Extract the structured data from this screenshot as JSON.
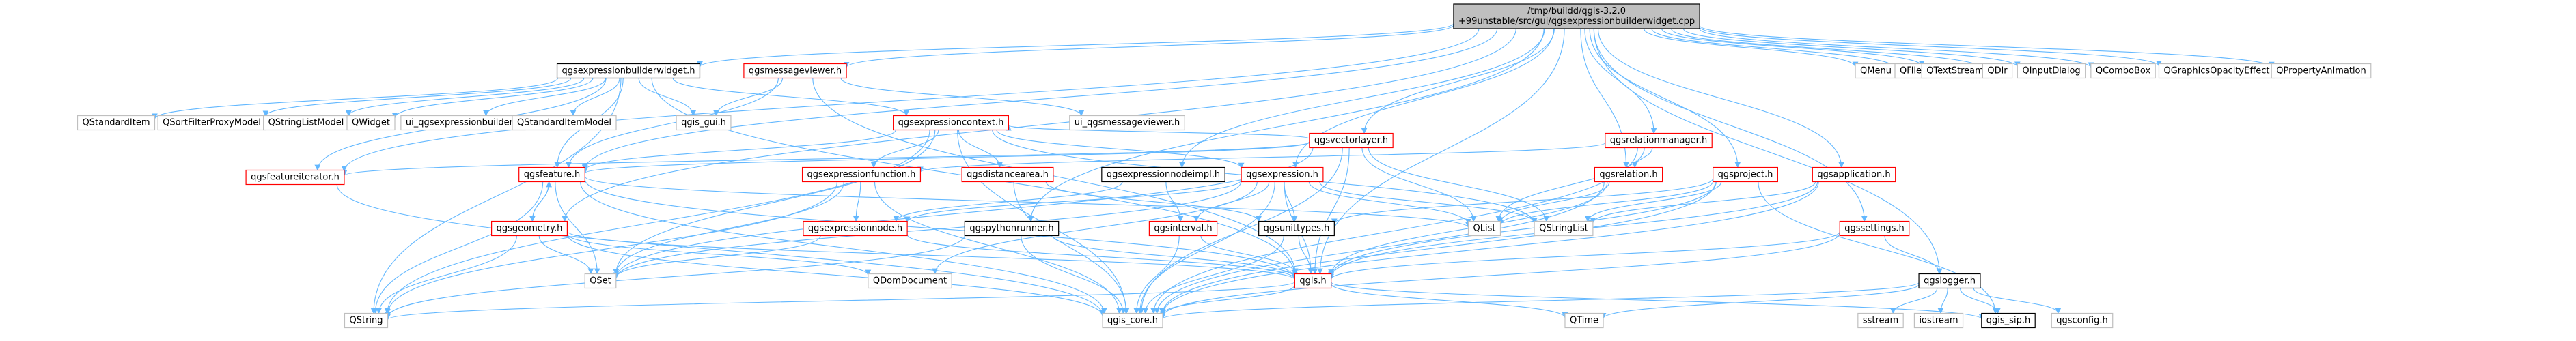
{
  "colors": {
    "edge": "#63b8ff",
    "arrowhead": "#63b8ff",
    "root_fill": "#bfbfbf",
    "node_fill": "#ffffff",
    "normal_border": "#000000",
    "documented_border": "#bfbfbf",
    "project_border": "#ff0000",
    "text": "#000000"
  },
  "graph": {
    "root": "/tmp/buildd/qgis-3.2.0+99unstable/src/gui/qgsexpressionbuilderwidget.cpp",
    "nodes": [
      {
        "id": "root",
        "lines": [
          "/tmp/buildd/qgis-3.2.0",
          "+99unstable/src/gui/qgsexpressionbuilderwidget.cpp"
        ],
        "kind": "root"
      },
      {
        "id": "ebw_h",
        "lines": [
          "qgsexpressionbuilderwidget.h"
        ],
        "kind": "normal"
      },
      {
        "id": "msgviewer",
        "lines": [
          "qgsmessageviewer.h"
        ],
        "kind": "project"
      },
      {
        "id": "vectorlayer",
        "lines": [
          "qgsvectorlayer.h"
        ],
        "kind": "project"
      },
      {
        "id": "relmgr",
        "lines": [
          "qgsrelationmanager.h"
        ],
        "kind": "project"
      },
      {
        "id": "qmenu",
        "lines": [
          "QMenu"
        ],
        "kind": "external"
      },
      {
        "id": "qfile",
        "lines": [
          "QFile"
        ],
        "kind": "external"
      },
      {
        "id": "qtextstream",
        "lines": [
          "QTextStream"
        ],
        "kind": "external"
      },
      {
        "id": "qdir",
        "lines": [
          "QDir"
        ],
        "kind": "external"
      },
      {
        "id": "qinputdialog",
        "lines": [
          "QInputDialog"
        ],
        "kind": "external"
      },
      {
        "id": "qcombobox",
        "lines": [
          "QComboBox"
        ],
        "kind": "external"
      },
      {
        "id": "qgoe",
        "lines": [
          "QGraphicsOpacityEffect"
        ],
        "kind": "external"
      },
      {
        "id": "qpropanim",
        "lines": [
          "QPropertyAnimation"
        ],
        "kind": "external"
      },
      {
        "id": "qstandarditem",
        "lines": [
          "QStandardItem"
        ],
        "kind": "external"
      },
      {
        "id": "qsfpm",
        "lines": [
          "QSortFilterProxyModel"
        ],
        "kind": "external"
      },
      {
        "id": "qslm",
        "lines": [
          "QStringListModel"
        ],
        "kind": "external"
      },
      {
        "id": "qwidget",
        "lines": [
          "QWidget"
        ],
        "kind": "external"
      },
      {
        "id": "ui_ebw",
        "lines": [
          "ui_qgsexpressionbuilder.h"
        ],
        "kind": "external"
      },
      {
        "id": "qsim",
        "lines": [
          "QStandardItemModel"
        ],
        "kind": "external"
      },
      {
        "id": "gui_h",
        "lines": [
          "qgis_gui.h"
        ],
        "kind": "external"
      },
      {
        "id": "exprctx",
        "lines": [
          "qgsexpressioncontext.h"
        ],
        "kind": "project"
      },
      {
        "id": "ui_msgv",
        "lines": [
          "ui_qgsmessageviewer.h"
        ],
        "kind": "external"
      },
      {
        "id": "featiter",
        "lines": [
          "qgsfeatureiterator.h"
        ],
        "kind": "project"
      },
      {
        "id": "feature",
        "lines": [
          "qgsfeature.h"
        ],
        "kind": "project"
      },
      {
        "id": "exprfunc",
        "lines": [
          "qgsexpressionfunction.h"
        ],
        "kind": "project"
      },
      {
        "id": "distarea",
        "lines": [
          "qgsdistancearea.h"
        ],
        "kind": "project"
      },
      {
        "id": "nodeimpl",
        "lines": [
          "qgsexpressionnodeimpl.h"
        ],
        "kind": "normal"
      },
      {
        "id": "expr",
        "lines": [
          "qgsexpression.h"
        ],
        "kind": "project"
      },
      {
        "id": "relation",
        "lines": [
          "qgsrelation.h"
        ],
        "kind": "project"
      },
      {
        "id": "project",
        "lines": [
          "qgsproject.h"
        ],
        "kind": "project"
      },
      {
        "id": "application",
        "lines": [
          "qgsapplication.h"
        ],
        "kind": "project"
      },
      {
        "id": "geometry",
        "lines": [
          "qgsgeometry.h"
        ],
        "kind": "project"
      },
      {
        "id": "exprnode",
        "lines": [
          "qgsexpressionnode.h"
        ],
        "kind": "project"
      },
      {
        "id": "pyrunner",
        "lines": [
          "qgspythonrunner.h"
        ],
        "kind": "normal"
      },
      {
        "id": "interval",
        "lines": [
          "qgsinterval.h"
        ],
        "kind": "project"
      },
      {
        "id": "unittypes",
        "lines": [
          "qgsunittypes.h"
        ],
        "kind": "normal"
      },
      {
        "id": "qlist",
        "lines": [
          "QList"
        ],
        "kind": "external"
      },
      {
        "id": "qstringlist",
        "lines": [
          "QStringList"
        ],
        "kind": "external"
      },
      {
        "id": "settings",
        "lines": [
          "qgssettings.h"
        ],
        "kind": "project"
      },
      {
        "id": "qset",
        "lines": [
          "QSet"
        ],
        "kind": "external"
      },
      {
        "id": "qdomdoc",
        "lines": [
          "QDomDocument"
        ],
        "kind": "external"
      },
      {
        "id": "qgis_h",
        "lines": [
          "qgis.h"
        ],
        "kind": "project"
      },
      {
        "id": "logger",
        "lines": [
          "qgslogger.h"
        ],
        "kind": "normal"
      },
      {
        "id": "qstring",
        "lines": [
          "QString"
        ],
        "kind": "external"
      },
      {
        "id": "core_h",
        "lines": [
          "qgis_core.h"
        ],
        "kind": "external"
      },
      {
        "id": "qtime",
        "lines": [
          "QTime"
        ],
        "kind": "external"
      },
      {
        "id": "sstream",
        "lines": [
          "sstream"
        ],
        "kind": "external"
      },
      {
        "id": "iostream",
        "lines": [
          "iostream"
        ],
        "kind": "external"
      },
      {
        "id": "sip_h",
        "lines": [
          "qgis_sip.h"
        ],
        "kind": "normal"
      },
      {
        "id": "qgsconfig",
        "lines": [
          "qgsconfig.h"
        ],
        "kind": "external"
      }
    ],
    "edges": [
      [
        "root",
        "ebw_h"
      ],
      [
        "root",
        "msgviewer"
      ],
      [
        "root",
        "vectorlayer"
      ],
      [
        "root",
        "relmgr"
      ],
      [
        "root",
        "qmenu"
      ],
      [
        "root",
        "qfile"
      ],
      [
        "root",
        "qtextstream"
      ],
      [
        "root",
        "qdir"
      ],
      [
        "root",
        "qinputdialog"
      ],
      [
        "root",
        "qcombobox"
      ],
      [
        "root",
        "qgoe"
      ],
      [
        "root",
        "qpropanim"
      ],
      [
        "root",
        "featiter"
      ],
      [
        "root",
        "feature"
      ],
      [
        "root",
        "geometry"
      ],
      [
        "root",
        "expr"
      ],
      [
        "root",
        "relation"
      ],
      [
        "root",
        "project"
      ],
      [
        "root",
        "application"
      ],
      [
        "root",
        "settings"
      ],
      [
        "root",
        "logger"
      ],
      [
        "root",
        "pyrunner"
      ],
      [
        "root",
        "nodeimpl"
      ],
      [
        "root",
        "qgis_h"
      ],
      [
        "ebw_h",
        "qstandarditem"
      ],
      [
        "ebw_h",
        "qsfpm"
      ],
      [
        "ebw_h",
        "qslm"
      ],
      [
        "ebw_h",
        "qwidget"
      ],
      [
        "ebw_h",
        "ui_ebw"
      ],
      [
        "ebw_h",
        "qsim"
      ],
      [
        "ebw_h",
        "gui_h"
      ],
      [
        "ebw_h",
        "exprctx"
      ],
      [
        "ebw_h",
        "featiter"
      ],
      [
        "ebw_h",
        "feature"
      ],
      [
        "ebw_h",
        "qgis_h"
      ],
      [
        "ebw_h",
        "qstring"
      ],
      [
        "msgviewer",
        "ui_msgv"
      ],
      [
        "msgviewer",
        "gui_h"
      ],
      [
        "msgviewer",
        "qgis_h"
      ],
      [
        "msgviewer",
        "feature"
      ],
      [
        "vectorlayer",
        "core_h"
      ],
      [
        "vectorlayer",
        "qgis_h"
      ],
      [
        "vectorlayer",
        "qset"
      ],
      [
        "vectorlayer",
        "qlist"
      ],
      [
        "vectorlayer",
        "qstringlist"
      ],
      [
        "vectorlayer",
        "feature"
      ],
      [
        "vectorlayer",
        "exprctx"
      ],
      [
        "vectorlayer",
        "featiter"
      ],
      [
        "relmgr",
        "relation"
      ],
      [
        "relmgr",
        "core_h"
      ],
      [
        "relmgr",
        "qlist"
      ],
      [
        "relmgr",
        "exprfunc"
      ],
      [
        "exprctx",
        "exprfunc"
      ],
      [
        "exprctx",
        "distarea"
      ],
      [
        "exprctx",
        "feature"
      ],
      [
        "exprctx",
        "expr"
      ],
      [
        "exprctx",
        "qset"
      ],
      [
        "exprctx",
        "qstringlist"
      ],
      [
        "exprctx",
        "qstring"
      ],
      [
        "exprctx",
        "core_h"
      ],
      [
        "featiter",
        "core_h"
      ],
      [
        "feature",
        "geometry"
      ],
      [
        "feature",
        "qset"
      ],
      [
        "feature",
        "qlist"
      ],
      [
        "feature",
        "qgis_h"
      ],
      [
        "feature",
        "core_h"
      ],
      [
        "feature",
        "qstring"
      ],
      [
        "exprfunc",
        "exprnode"
      ],
      [
        "exprfunc",
        "qset"
      ],
      [
        "exprfunc",
        "qstring"
      ],
      [
        "exprfunc",
        "core_h"
      ],
      [
        "distarea",
        "unittypes"
      ],
      [
        "distarea",
        "core_h"
      ],
      [
        "nodeimpl",
        "exprnode"
      ],
      [
        "nodeimpl",
        "interval"
      ],
      [
        "expr",
        "exprnode"
      ],
      [
        "expr",
        "interval"
      ],
      [
        "expr",
        "unittypes"
      ],
      [
        "expr",
        "qgis_h"
      ],
      [
        "expr",
        "qlist"
      ],
      [
        "expr",
        "qstringlist"
      ],
      [
        "expr",
        "qset"
      ],
      [
        "expr",
        "qdomdoc"
      ],
      [
        "expr",
        "core_h"
      ],
      [
        "relation",
        "core_h"
      ],
      [
        "relation",
        "qgis_h"
      ],
      [
        "relation",
        "qlist"
      ],
      [
        "project",
        "qlist"
      ],
      [
        "project",
        "qstringlist"
      ],
      [
        "project",
        "unittypes"
      ],
      [
        "project",
        "qgis_h"
      ],
      [
        "project",
        "core_h"
      ],
      [
        "project",
        "sip_h"
      ],
      [
        "application",
        "qstringlist"
      ],
      [
        "application",
        "qgis_h"
      ],
      [
        "application",
        "core_h"
      ],
      [
        "geometry",
        "qset"
      ],
      [
        "geometry",
        "qdomdoc"
      ],
      [
        "geometry",
        "qgis_h"
      ],
      [
        "geometry",
        "core_h"
      ],
      [
        "geometry",
        "qstring"
      ],
      [
        "geometry",
        "feature"
      ],
      [
        "exprnode",
        "qgis_h"
      ],
      [
        "exprnode",
        "qset"
      ],
      [
        "pyrunner",
        "qgis_h"
      ],
      [
        "pyrunner",
        "core_h"
      ],
      [
        "pyrunner",
        "qstring"
      ],
      [
        "interval",
        "qgis_h"
      ],
      [
        "interval",
        "core_h"
      ],
      [
        "unittypes",
        "qgis_h"
      ],
      [
        "unittypes",
        "core_h"
      ],
      [
        "settings",
        "logger"
      ],
      [
        "settings",
        "qgis_h"
      ],
      [
        "settings",
        "core_h"
      ],
      [
        "qgis_h",
        "qtime"
      ],
      [
        "qgis_h",
        "core_h"
      ],
      [
        "qgis_h",
        "qstring"
      ],
      [
        "qgis_h",
        "sip_h"
      ],
      [
        "logger",
        "sstream"
      ],
      [
        "logger",
        "iostream"
      ],
      [
        "logger",
        "qtime"
      ],
      [
        "logger",
        "core_h"
      ],
      [
        "logger",
        "sip_h"
      ],
      [
        "logger",
        "qgsconfig"
      ]
    ]
  }
}
